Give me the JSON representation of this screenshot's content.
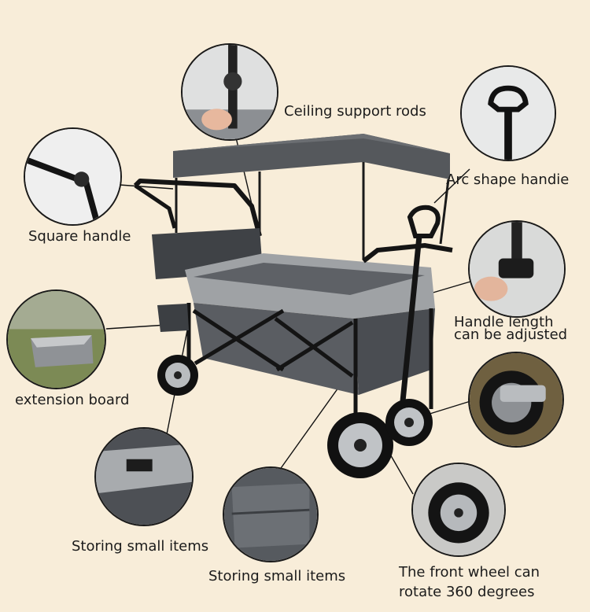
{
  "callouts": {
    "ceiling_support_rods": "Ceiling support rods",
    "arc_shape_handle": "Arc shape handie",
    "square_handle": "Square handle",
    "handle_length_line1": "Handle length",
    "handle_length_line2": "can be adjusted",
    "extension_board": "extension board",
    "storing_small_items_left": "Storing small items",
    "storing_small_items_center": "Storing small items",
    "front_wheel_line1": "The front wheel can",
    "front_wheel_line2": "rotate 360 degrees"
  },
  "colors": {
    "background": "#f8edd9",
    "canopy": "#55585c",
    "fabric": "#5e6166",
    "trim": "#a7a9ab",
    "frame": "#141414"
  }
}
